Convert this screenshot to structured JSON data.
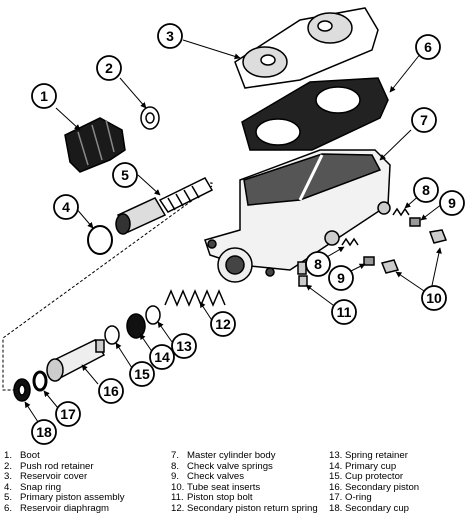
{
  "callouts": [
    "1",
    "2",
    "3",
    "4",
    "5",
    "6",
    "7",
    "8",
    "8",
    "9",
    "9",
    "10",
    "11",
    "12",
    "13",
    "14",
    "15",
    "16",
    "17",
    "18"
  ],
  "legend": {
    "col1": [
      {
        "num": "1.",
        "label": "Boot"
      },
      {
        "num": "2.",
        "label": "Push rod retainer"
      },
      {
        "num": "3.",
        "label": "Reservoir cover"
      },
      {
        "num": "4.",
        "label": "Snap ring"
      },
      {
        "num": "5.",
        "label": "Primary piston assembly"
      },
      {
        "num": "6.",
        "label": "Reservoir diaphragm"
      }
    ],
    "col2": [
      {
        "num": "7.",
        "label": "Master cylinder body"
      },
      {
        "num": "8.",
        "label": "Check valve springs"
      },
      {
        "num": "9.",
        "label": "Check valves"
      },
      {
        "num": "10.",
        "label": "Tube seat inserts"
      },
      {
        "num": "11.",
        "label": "Piston stop bolt"
      },
      {
        "num": "12.",
        "label": "Secondary piston return spring"
      }
    ],
    "col3": [
      {
        "num": "13.",
        "label": "Spring retainer"
      },
      {
        "num": "14.",
        "label": "Primary cup"
      },
      {
        "num": "15.",
        "label": "Cup protector"
      },
      {
        "num": "16.",
        "label": "Secondary piston"
      },
      {
        "num": "17.",
        "label": "O-ring"
      },
      {
        "num": "18.",
        "label": "Secondary cup"
      }
    ]
  }
}
